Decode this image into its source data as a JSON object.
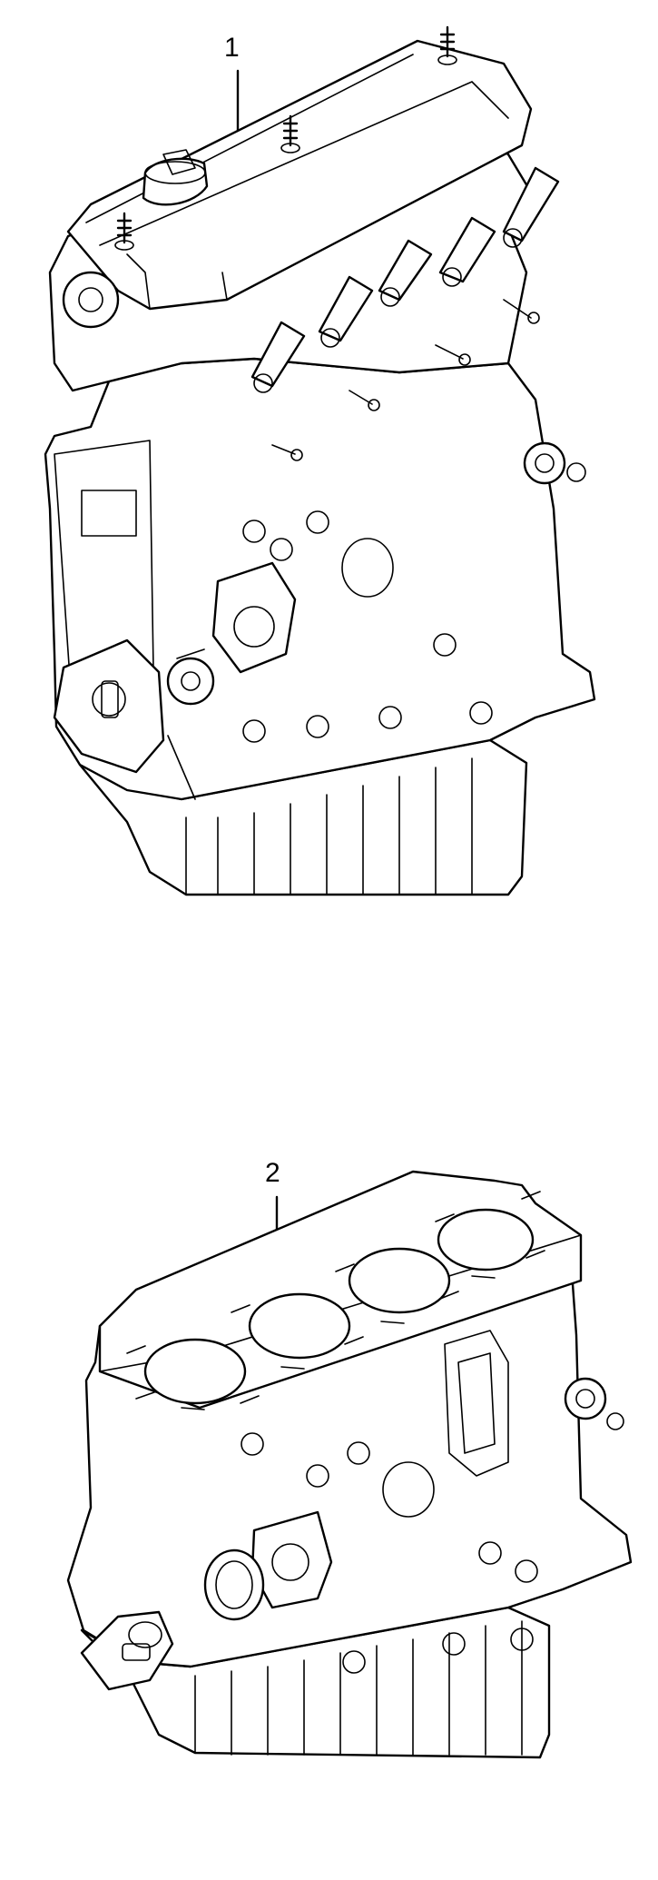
{
  "callouts": [
    {
      "id": "1",
      "text": "1"
    },
    {
      "id": "2",
      "text": "2"
    }
  ],
  "colors": {
    "line": "#000000",
    "background": "#ffffff"
  }
}
